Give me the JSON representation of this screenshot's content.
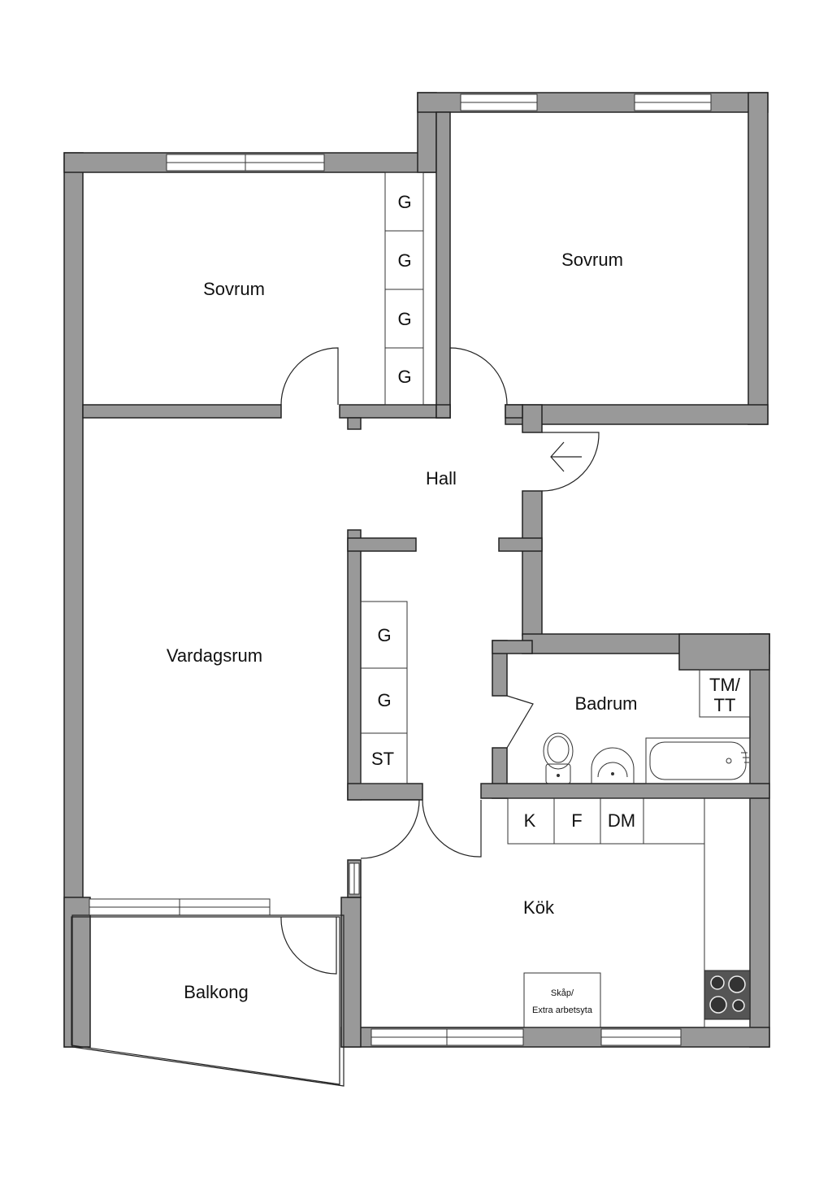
{
  "rooms": {
    "bedroom_left": "Sovrum",
    "bedroom_right": "Sovrum",
    "hall": "Hall",
    "living_room": "Vardagsrum",
    "bathroom": "Badrum",
    "kitchen": "Kök",
    "balcony": "Balkong"
  },
  "fixtures": {
    "wardrobe": "G",
    "storage": "ST",
    "washer_top": "TM/",
    "washer_bottom": "TT",
    "fridge": "K",
    "freezer": "F",
    "dishwasher": "DM",
    "cabinet_line1": "Skåp/",
    "cabinet_line2": "Extra arbetsyta"
  },
  "colors": {
    "wall": "#999999",
    "outline": "#222222",
    "background": "#ffffff"
  }
}
